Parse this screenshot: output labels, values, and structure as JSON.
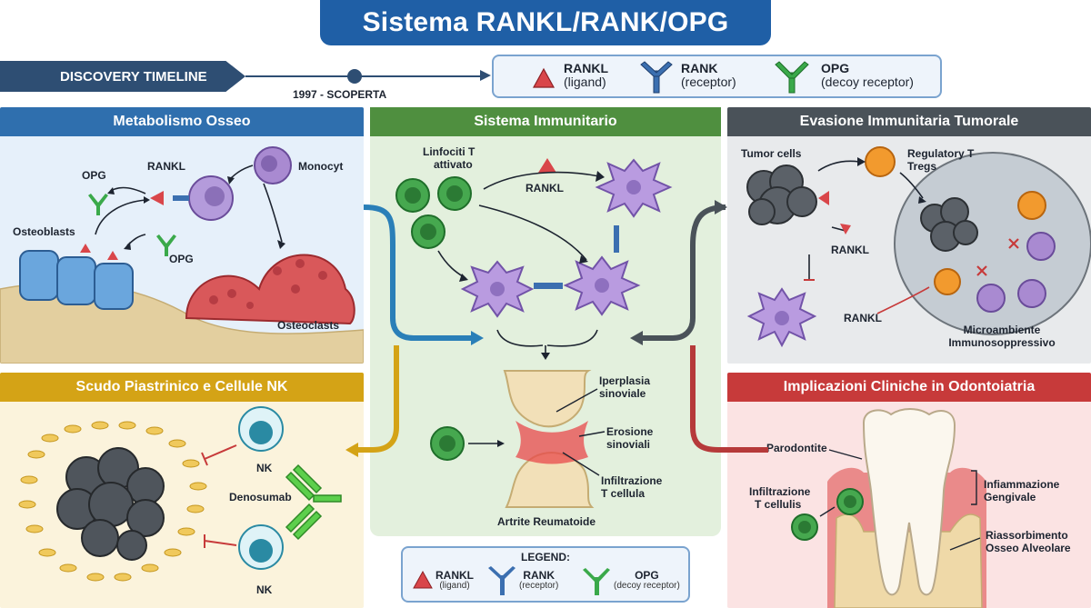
{
  "title": "Sistema RANKL/RANK/OPG",
  "timeline": {
    "tag": "DISCOVERY TIMELINE",
    "event": "1997 - SCOPERTA"
  },
  "legend_top": {
    "rankl": {
      "name": "RANKL",
      "desc": "(ligand)"
    },
    "rank": {
      "name": "RANK",
      "desc": "(receptor)"
    },
    "opg": {
      "name": "OPG",
      "desc": "(decoy receptor)"
    }
  },
  "panels": {
    "metabolismo": {
      "header": "Metabolismo Osseo",
      "labels": {
        "opg1": "OPG",
        "rankl": "RANKL",
        "monocyt": "Monocyt",
        "osteoblasts": "Osteoblasts",
        "opg2": "OPG",
        "osteoclasts": "Osteoclasts"
      }
    },
    "immunitario": {
      "header": "Sistema Immunitario",
      "labels": {
        "linfociti1": "Linfociti T",
        "linfociti2": "attivato",
        "rankl": "RANKL"
      }
    },
    "artrite": {
      "labels": {
        "iperplasia1": "Iperplasia",
        "iperplasia2": "sinoviale",
        "erosione1": "Erosione",
        "erosione2": "sinoviali",
        "infiltrazione1": "Infiltrazione",
        "infiltrazione2": "T cellula",
        "artrite": "Artrite Reumatoide"
      }
    },
    "evasione": {
      "header": "Evasione Immunitaria Tumorale",
      "labels": {
        "tumor": "Tumor cells",
        "treg1": "Regulatory T",
        "treg2": "Tregs",
        "rankl1": "RANKL",
        "rankl2": "RANKL",
        "micro1": "Microambiente",
        "micro2": "Immunosoppressivo"
      }
    },
    "scudo": {
      "header": "Scudo Piastrinico e Cellule NK",
      "labels": {
        "nk1": "NK",
        "nk2": "NK",
        "denosumab": "Denosumab"
      }
    },
    "clinica": {
      "header": "Implicazioni Cliniche in Odontoiatria",
      "labels": {
        "parodontite": "Parodontite",
        "infil1": "Infiltrazione",
        "infil2": "T cellulis",
        "infiamm1": "Infiammazione",
        "infiamm2": "Gengivale",
        "riass1": "Riassorbimento",
        "riass2": "Osseo Alveolare"
      }
    }
  },
  "legend_bottom": {
    "title": "LEGEND:",
    "rankl": {
      "name": "RANKL",
      "desc": "(ligand)"
    },
    "rank": {
      "name": "RANK",
      "desc": "(receptor)"
    },
    "opg": {
      "name": "OPG",
      "desc": "(decoy receptor)"
    }
  },
  "colors": {
    "title_blue": "#1f5fa6",
    "metabolismo": "#2f6fae",
    "immunitario": "#4f8f3f",
    "evasione": "#4a5259",
    "scudo": "#d4a316",
    "clinica": "#c73a3a",
    "rankl_red": "#d9464a",
    "rank_blue": "#3b6fb0",
    "opg_green": "#3aa94a"
  }
}
